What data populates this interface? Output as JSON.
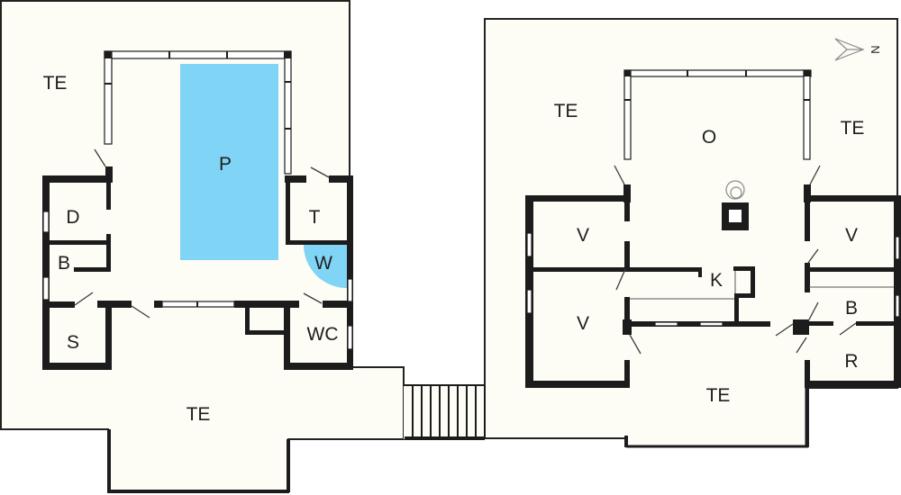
{
  "colors": {
    "pool": "#80d4f6",
    "wall": "#1c1c1c",
    "floor": "#fdfdf6"
  },
  "compass": {
    "label": "N"
  },
  "left_building": {
    "rooms": [
      {
        "label": "TE"
      },
      {
        "label": "P"
      },
      {
        "label": "D"
      },
      {
        "label": "T"
      },
      {
        "label": "B"
      },
      {
        "label": "W"
      },
      {
        "label": "S"
      },
      {
        "label": "WC"
      },
      {
        "label": "TE"
      }
    ]
  },
  "right_building": {
    "rooms": [
      {
        "label": "TE"
      },
      {
        "label": "O"
      },
      {
        "label": "TE"
      },
      {
        "label": "V"
      },
      {
        "label": "V"
      },
      {
        "label": "K"
      },
      {
        "label": "V"
      },
      {
        "label": "B"
      },
      {
        "label": "R"
      },
      {
        "label": "TE"
      }
    ]
  }
}
